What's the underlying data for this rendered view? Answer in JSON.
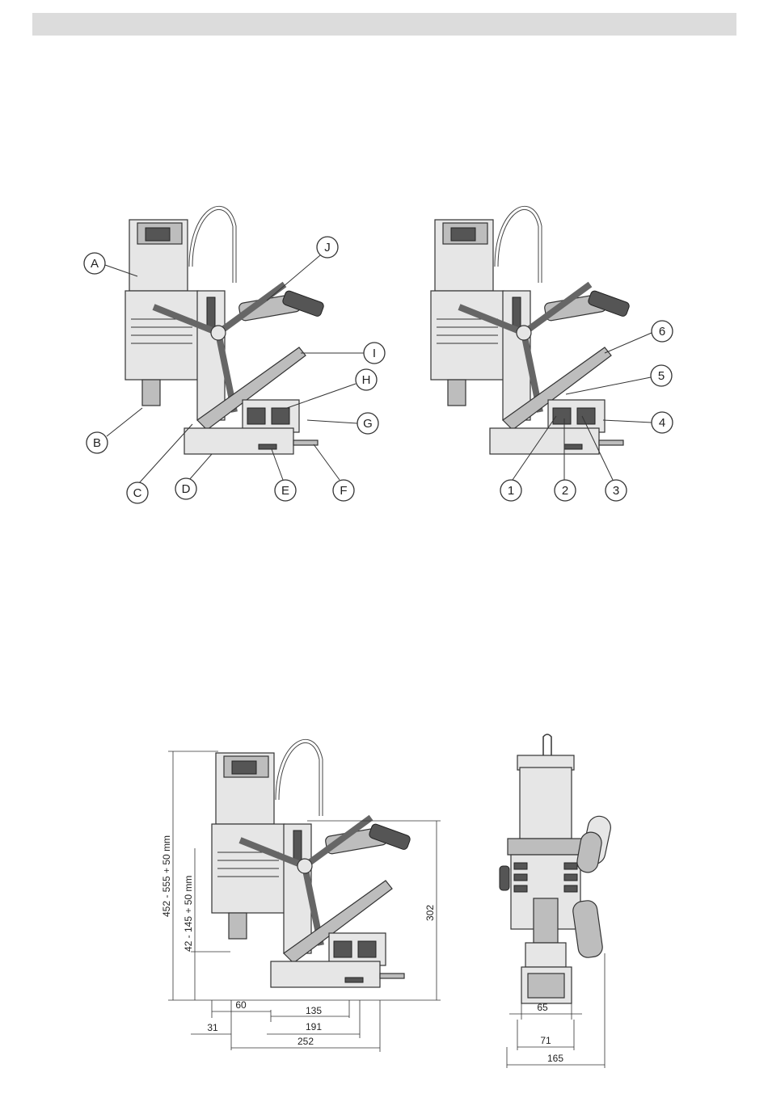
{
  "views": {
    "left_callouts": [
      "A",
      "B",
      "C",
      "D",
      "E",
      "F",
      "G",
      "H",
      "I",
      "J"
    ],
    "right_callouts": [
      "1",
      "2",
      "3",
      "4",
      "5",
      "6"
    ]
  },
  "dimensions": {
    "overall_height": "452 - 555 + 50 mm",
    "stroke": "42 - 145 + 50 mm",
    "base_height": "302",
    "d60": "60",
    "d135": "135",
    "d31": "31",
    "d191": "191",
    "d252": "252",
    "d65": "65",
    "d71": "71",
    "d165": "165"
  }
}
